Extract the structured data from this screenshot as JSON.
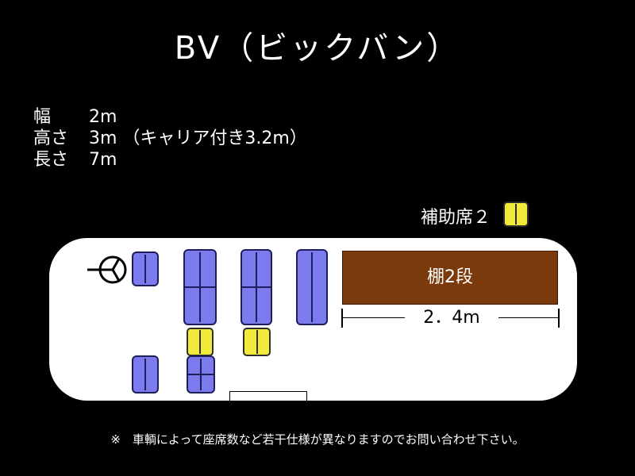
{
  "title": "BV（ビックバン）",
  "specs": {
    "width": {
      "label": "幅",
      "value": "2m"
    },
    "height": {
      "label": "高さ",
      "value": "3m （キャリア付き3.2m）"
    },
    "length": {
      "label": "長さ",
      "value": "7m"
    }
  },
  "legend": {
    "aux_seat_label": "補助席２"
  },
  "layout": {
    "shelf_label": "棚2段",
    "shelf_length": "2．4m"
  },
  "footnote": "※　車輌によって座席数など若干仕様が異なりますのでお問い合わせ下さい。",
  "colors": {
    "background": "#000000",
    "bus_body": "#ffffff",
    "seat": "#7b7bee",
    "aux_seat": "#f2ea3a",
    "shelf": "#7a3a0c"
  }
}
